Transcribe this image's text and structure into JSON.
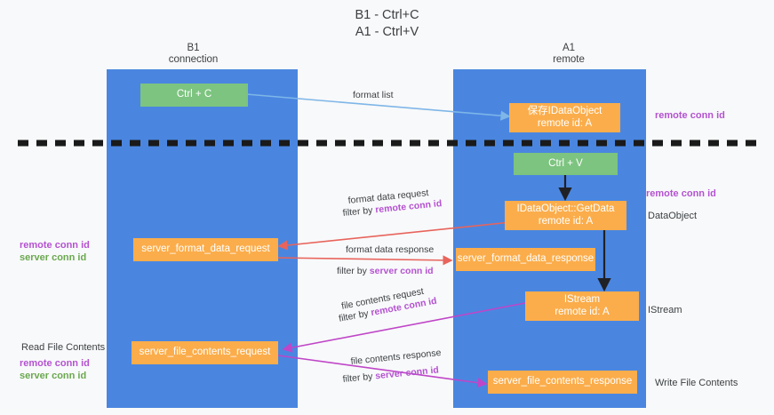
{
  "title": "B1 - Ctrl+C\nA1 - Ctrl+V",
  "lanes": [
    {
      "name": "b1",
      "title": "B1\nconnection"
    },
    {
      "name": "a1",
      "title": "A1\nremote"
    }
  ],
  "nodes": [
    {
      "id": "ctrl-c",
      "line1": "Ctrl + C",
      "line2": ""
    },
    {
      "id": "save-idataobject",
      "line1": "保存IDataObject",
      "line2": "remote id: A"
    },
    {
      "id": "ctrl-v",
      "line1": "Ctrl + V",
      "line2": ""
    },
    {
      "id": "idataobject-getdata",
      "line1": "IDataObject::GetData",
      "line2": "remote id: A"
    },
    {
      "id": "server-format-data-request",
      "line1": "server_format_data_request",
      "line2": ""
    },
    {
      "id": "server-format-data-response",
      "line1": "server_format_data_response",
      "line2": ""
    },
    {
      "id": "istream",
      "line1": "IStream",
      "line2": "remote id: A"
    },
    {
      "id": "server-file-contents-request",
      "line1": "server_file_contents_request",
      "line2": ""
    },
    {
      "id": "server-file-contents-response",
      "line1": "server_file_contents_response",
      "line2": ""
    }
  ],
  "edge_labels": {
    "format_list": "format list",
    "format_data_request": "format data request",
    "format_data_request_filter_prefix": "filter by ",
    "format_data_request_filter_key": "remote conn id",
    "format_data_response": "format data response",
    "format_data_response_filter_prefix": "filter by ",
    "format_data_response_filter_key": "server conn id",
    "file_contents_request": "file contents request",
    "file_contents_request_filter_prefix": "filter by ",
    "file_contents_request_filter_key": "remote conn id",
    "file_contents_response": "file contents response",
    "file_contents_response_filter_prefix": "filter by ",
    "file_contents_response_filter_key": "server conn id"
  },
  "annotations": {
    "right_remote_conn_id_top": "remote conn id",
    "right_remote_conn_id_mid": "remote conn id",
    "right_dataobject": "DataObject",
    "right_istream": "IStream",
    "right_write_file_contents": "Write File Contents",
    "left_remote_conn_id_mid": "remote conn id",
    "left_server_conn_id_mid": "server conn id",
    "left_read_file_contents": "Read File Contents",
    "left_remote_conn_id_bot": "remote conn id",
    "left_server_conn_id_bot": "server conn id"
  },
  "colors": {
    "lane": "#4a86e0",
    "green_node": "#7cc47f",
    "orange_node": "#fbad4b",
    "keyword_purple": "#b452d1",
    "keyword_green": "#6aa84f",
    "arrow_blue": "#7eb6e8",
    "arrow_red": "#e8645c",
    "arrow_magenta": "#bf46c8",
    "arrow_black": "#202124",
    "divider": "#1a1a1a",
    "background": "#f8f9fa"
  }
}
